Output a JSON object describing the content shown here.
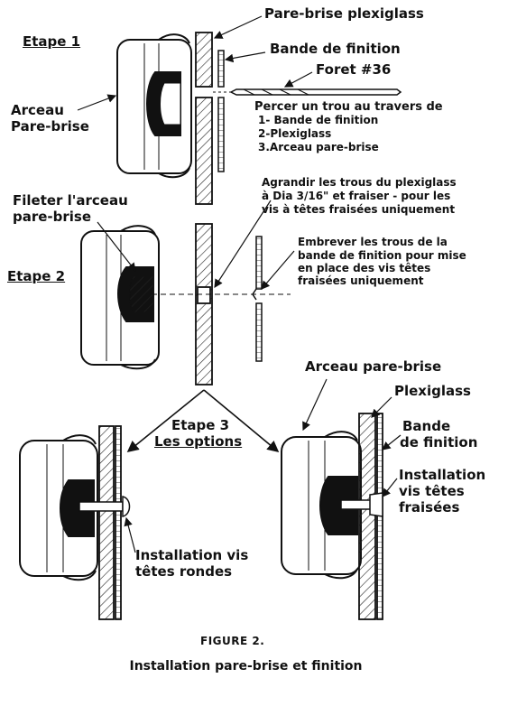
{
  "labels": {
    "pare_brise_plexiglass": "Pare-brise plexiglass",
    "etape1": "Etape 1",
    "bande_de_finition_top": "Bande de finition",
    "foret": "Foret #36",
    "arceau_pare_brise_1": "Arceau",
    "arceau_pare_brise_2": "Pare-brise",
    "percer_1": "Percer un trou au travers de",
    "percer_2": "1- Bande de finition",
    "percer_3": "2-Plexiglass",
    "percer_4": "3.Arceau pare-brise",
    "agrandir_1": "Agrandir les trous du plexiglass",
    "agrandir_2": "à Dia 3/16\" et fraiser - pour les",
    "agrandir_3": "vis à têtes fraisées uniquement",
    "fileter_1": "Fileter l'arceau",
    "fileter_2": "pare-brise",
    "etape2": "Etape 2",
    "embrever_1": "Embrever les trous de la",
    "embrever_2": "bande de finition pour mise",
    "embrever_3": "en place des vis têtes",
    "embrever_4": "fraisées uniquement",
    "arceau_right": "Arceau pare-brise",
    "plexiglass_right": "Plexiglass",
    "bande_right_1": "Bande",
    "bande_right_2": "de finition",
    "etape3_1": "Etape 3",
    "etape3_2": "Les options",
    "install_fraisees_1": "Installation",
    "install_fraisees_2": "vis têtes",
    "install_fraisees_3": "fraisées",
    "install_rondes_1": "Installation vis",
    "install_rondes_2": "têtes rondes"
  },
  "figure_label": "FIGURE 2.",
  "caption": "Installation pare-brise et finition"
}
